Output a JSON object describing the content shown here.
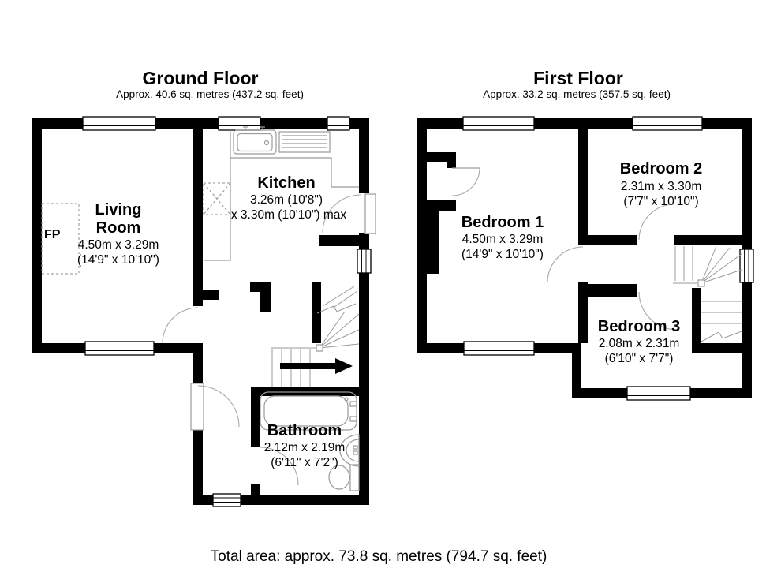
{
  "ground_floor": {
    "title": "Ground Floor",
    "subtitle": "Approx. 40.6 sq. metres (437.2 sq. feet)",
    "rooms": {
      "living_room": {
        "name_line1": "Living",
        "name_line2": "Room",
        "dims_m": "4.50m x 3.29m",
        "dims_ft": "(14'9\" x 10'10\")"
      },
      "kitchen": {
        "name": "Kitchen",
        "dims_line1": "3.26m (10'8\")",
        "dims_line2": "x 3.30m (10'10\") max"
      },
      "bathroom": {
        "name": "Bathroom",
        "dims_m": "2.12m x 2.19m",
        "dims_ft": "(6'11\" x 7'2\")"
      },
      "fireplace_label": "FP"
    }
  },
  "first_floor": {
    "title": "First Floor",
    "subtitle": "Approx. 33.2 sq. metres (357.5 sq. feet)",
    "rooms": {
      "bedroom1": {
        "name": "Bedroom 1",
        "dims_m": "4.50m x 3.29m",
        "dims_ft": "(14'9\" x 10'10\")"
      },
      "bedroom2": {
        "name": "Bedroom 2",
        "dims_m": "2.31m x 3.30m",
        "dims_ft": "(7'7\" x 10'10\")"
      },
      "bedroom3": {
        "name": "Bedroom 3",
        "dims_m": "2.08m x 2.31m",
        "dims_ft": "(6'10\" x 7'7\")"
      }
    }
  },
  "footer": {
    "total_area": "Total area: approx. 73.8 sq. metres (794.7 sq. feet)"
  },
  "colors": {
    "wall": "#000000",
    "background": "#ffffff",
    "fixture_line": "#9a9a9a",
    "text": "#000000"
  }
}
